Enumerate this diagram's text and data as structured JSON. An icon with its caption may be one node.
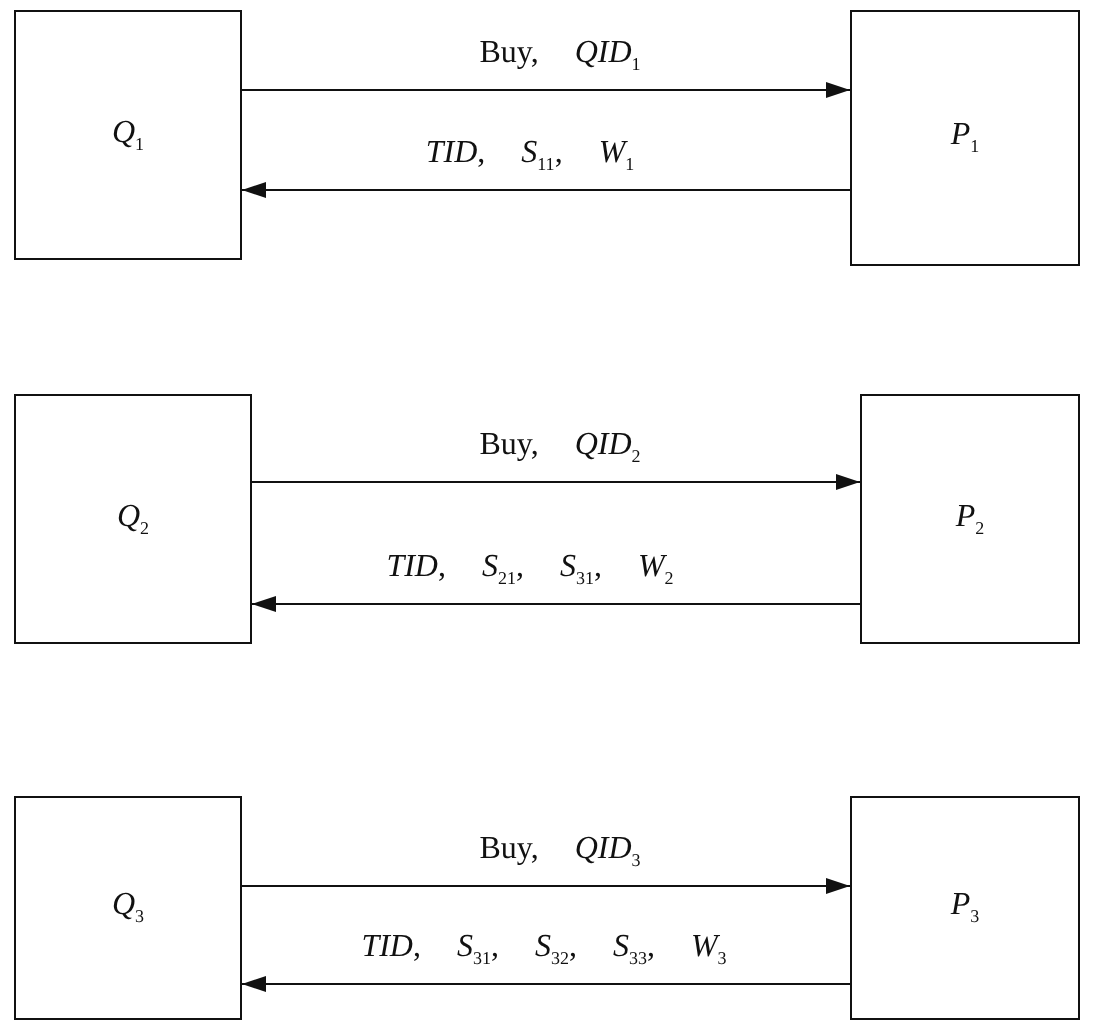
{
  "diagram": {
    "nodes": [
      {
        "text": [
          "*Q*$_{1}$"
        ]
      },
      {
        "text": [
          "*P*$_{1}$"
        ]
      },
      {
        "text": [
          "*Q*$_{2}$"
        ]
      },
      {
        "text": [
          "*P*$_{2}$"
        ]
      },
      {
        "text": [
          "*Q*$_{3}$"
        ]
      },
      {
        "text": [
          "*P*$_{3}$"
        ]
      }
    ],
    "edges": [
      {
        "from": 0,
        "to": 1,
        "arrow": "to",
        "label": "Buy, *QID*$_{1}$"
      },
      {
        "from": 1,
        "to": 0,
        "arrow": "to",
        "label": "*TID*, *S*$_{11}$, *W*$_{1}$"
      },
      {
        "from": 2,
        "to": 3,
        "arrow": "to",
        "label": "Buy, *QID*$_{2}$"
      },
      {
        "from": 3,
        "to": 2,
        "arrow": "to",
        "label": "*TID*, *S*$_{21}$, *S*$_{31}$, *W*$_{2}$"
      },
      {
        "from": 4,
        "to": 5,
        "arrow": "to",
        "label": "Buy, *QID*$_{3}$"
      },
      {
        "from": 5,
        "to": 4,
        "arrow": "to",
        "label": "*TID*, *S*$_{31}$, *S*$_{32}$, *S*$_{33}$, *W*$_{3}$"
      }
    ]
  }
}
